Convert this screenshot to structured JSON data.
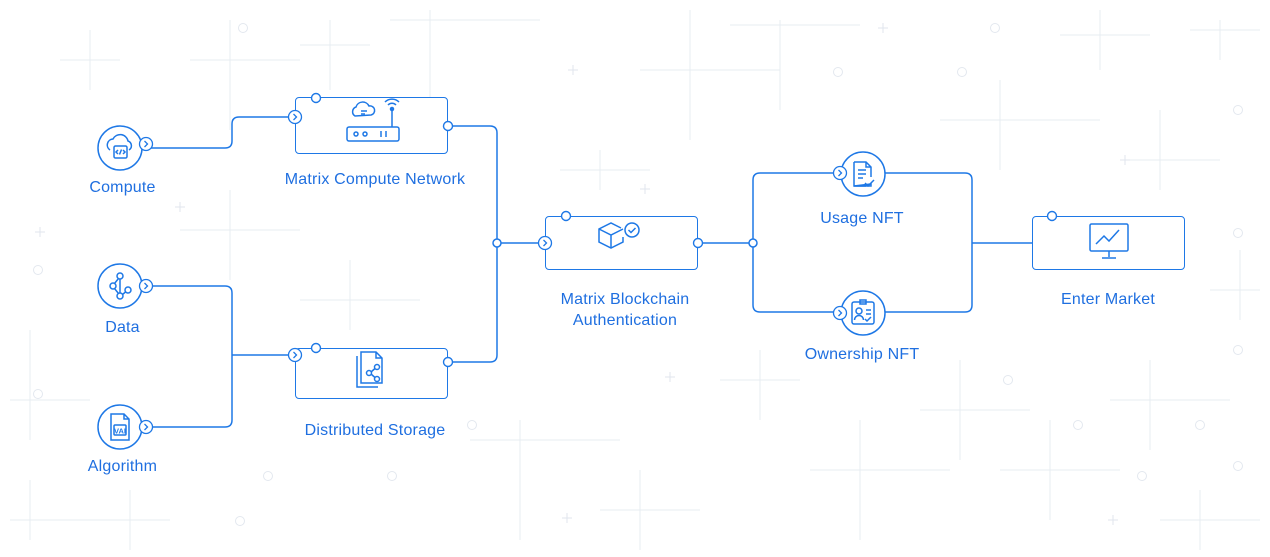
{
  "colors": {
    "primary": "#1e78e6",
    "text": "#1f6fe0",
    "grid": "#e8edf3"
  },
  "nodes": {
    "compute": {
      "label": "Compute",
      "icon": "cloud-code-icon"
    },
    "data": {
      "label": "Data",
      "icon": "data-share-icon"
    },
    "algorithm": {
      "label": "Algorithm",
      "icon": "algorithm-doc-icon"
    },
    "compute_network": {
      "label": "Matrix Compute Network",
      "icon": "cloud-router-icon"
    },
    "distributed_storage": {
      "label": "Distributed Storage",
      "icon": "storage-share-icon"
    },
    "blockchain_auth": {
      "label_line1": "Matrix Blockchain",
      "label_line2": "Authentication",
      "icon": "cube-check-icon"
    },
    "usage_nft": {
      "label": "Usage NFT",
      "icon": "document-check-icon"
    },
    "ownership_nft": {
      "label": "Ownership NFT",
      "icon": "id-card-check-icon"
    },
    "enter_market": {
      "label": "Enter Market",
      "icon": "monitor-chart-icon"
    }
  }
}
